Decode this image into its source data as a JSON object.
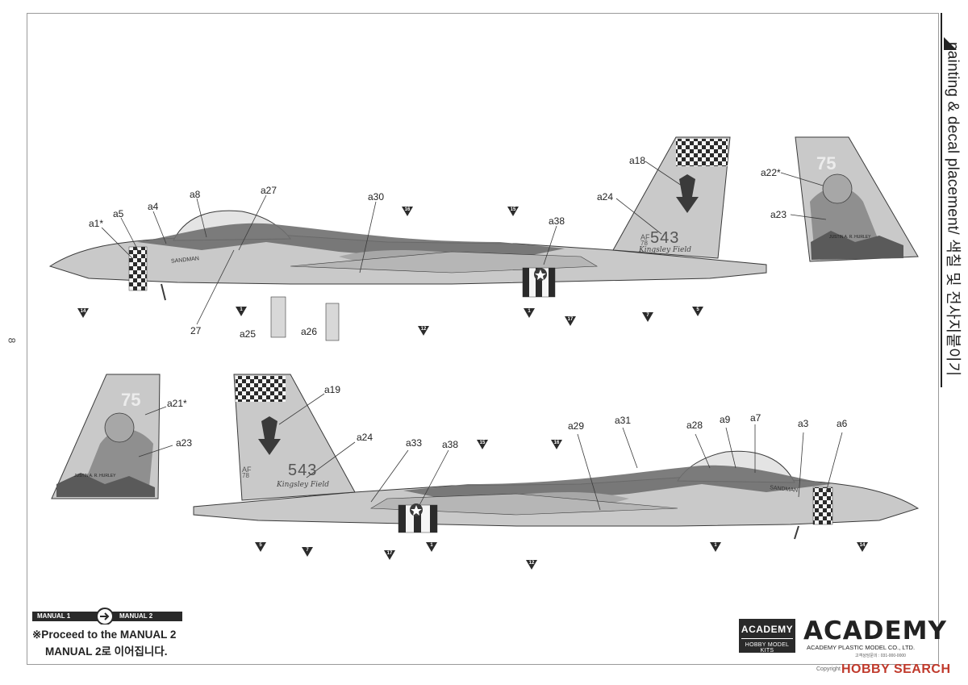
{
  "page": {
    "number": "8",
    "section_title": "painting & decal placement/ 색칠 및 전사지붙이기"
  },
  "top_view": {
    "callouts": [
      "a1*",
      "a5",
      "a4",
      "a8",
      "a27",
      "a30",
      "a38",
      "a24",
      "a18",
      "27",
      "a25",
      "a26"
    ],
    "paint_markers": [
      "14",
      "1",
      "12",
      "16",
      "15",
      "1",
      "17",
      "7",
      "5"
    ],
    "tail_text": {
      "af": "AF",
      "year": "78",
      "serial": "543",
      "base": "Kingsley Field"
    },
    "nose_text": "SANDMAN"
  },
  "top_tail_inset": {
    "callouts": [
      "a22*",
      "a23"
    ],
    "number": "75",
    "pilot_name": "JUSTIN A. R. HURLEY"
  },
  "bottom_view": {
    "callouts": [
      "a19",
      "a24",
      "a33",
      "a38",
      "a29",
      "a31",
      "a28",
      "a9",
      "a7",
      "a3",
      "a6"
    ],
    "paint_markers": [
      "15",
      "16",
      "5",
      "7",
      "17",
      "1",
      "12",
      "1",
      "14"
    ],
    "tail_text": {
      "af": "AF",
      "year": "78",
      "serial": "543",
      "base": "Kingsley Field"
    },
    "nose_text": "SANDMAN"
  },
  "bottom_tail_inset": {
    "callouts": [
      "a21*",
      "a23"
    ],
    "number": "75",
    "pilot_name": "JUSTIN A. R. HURLEY"
  },
  "footer": {
    "manual_1": "MANUAL 1",
    "manual_2": "MANUAL 2",
    "proceed_en": "※Proceed to the MANUAL 2",
    "proceed_ko": "MANUAL 2로 이어집니다.",
    "logo_box_line1": "ACADEMY",
    "logo_box_line2": "HOBBY MODEL KITS",
    "brand": "ACADEMY",
    "brand_sub": "ACADEMY PLASTIC MODEL CO., LTD.",
    "brand_sub2": "고객상담문의 : 031-000-0000",
    "copyright": "Copyright",
    "watermark": "HOBBY SEARCH"
  },
  "colors": {
    "aircraft_light": "#c9c9c9",
    "aircraft_mid": "#a7a7a7",
    "aircraft_dark": "#6f6f6f",
    "checker_dark": "#2b2b2b",
    "line": "#3a3a3a"
  }
}
